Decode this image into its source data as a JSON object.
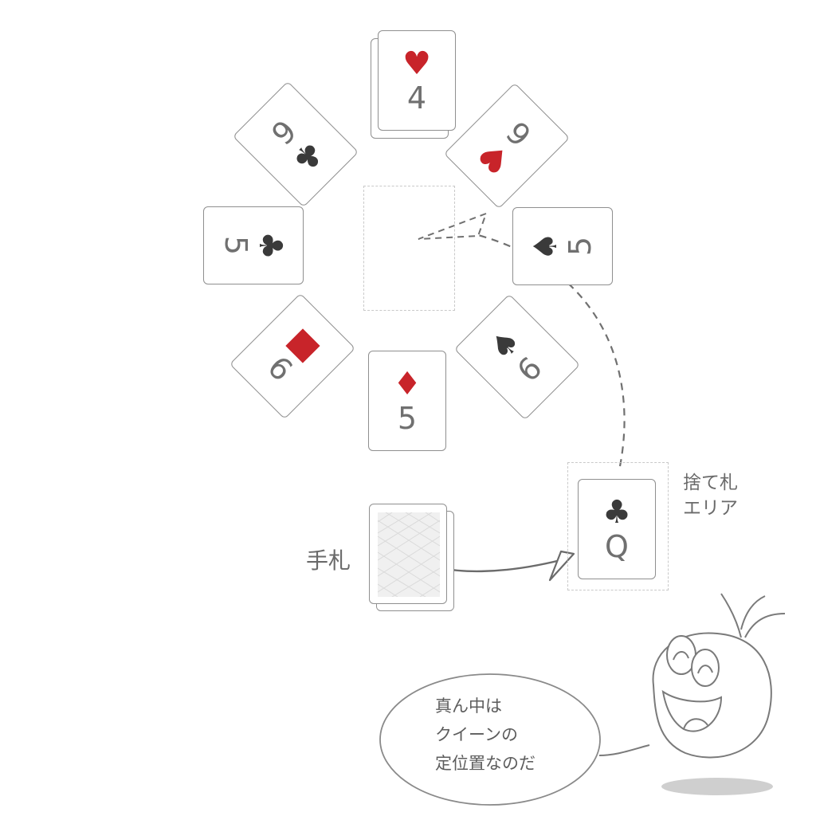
{
  "cards": {
    "top": {
      "rank": "4",
      "suit": "♥",
      "color": "#c8242a"
    },
    "top_right": {
      "rank": "6",
      "suit": "♥",
      "color": "#c8242a"
    },
    "right": {
      "rank": "5",
      "suit": "♠",
      "color": "#3a3a3a"
    },
    "bottom_right": {
      "rank": "6",
      "suit": "♠",
      "color": "#3a3a3a"
    },
    "bottom": {
      "rank": "5",
      "suit": "♦",
      "color": "#c8242a"
    },
    "bottom_left": {
      "rank": "6",
      "suit": "■",
      "color": "#c8242a"
    },
    "left": {
      "rank": "5",
      "suit": "♣",
      "color": "#3a3a3a"
    },
    "top_left": {
      "rank": "6",
      "suit": "♣",
      "color": "#3a3a3a"
    },
    "discard": {
      "rank": "Q",
      "suit": "♣",
      "color": "#3a3a3a"
    }
  },
  "labels": {
    "hand": "手札",
    "discard_area_line1": "捨て札",
    "discard_area_line2": "エリア"
  },
  "speech_bubble": {
    "line1": "真ん中は",
    "line2": "クイーンの",
    "line3": "定位置なのだ"
  }
}
